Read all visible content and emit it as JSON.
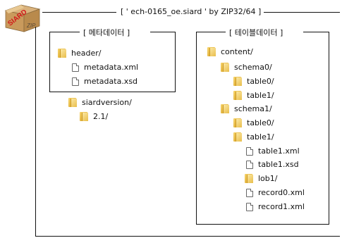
{
  "logo": {
    "siard": "SIARD",
    "zip": "ZIP",
    "brand_color": "#d11a1a"
  },
  "header": {
    "title": "[ ' ech-0165_oe.siard ' by ZIP32/64 ]"
  },
  "metadata_box": {
    "title": "[ 메타데이터 ]",
    "folder": "header/",
    "files": [
      "metadata.xml",
      "metadata.xsd"
    ]
  },
  "siardversion": {
    "folder": "siardversion/",
    "sub": "2.1/"
  },
  "table_box": {
    "title": "[ 테이블데이터 ]",
    "content": "content/",
    "schema0": "schema0/",
    "schema0_tables": [
      "table0/",
      "table1/"
    ],
    "schema1": "schema1/",
    "schema1_table0": "table0/",
    "schema1_table1": "table1/",
    "table1_files": [
      "table1.xml",
      "table1.xsd"
    ],
    "lob": "lob1/",
    "lob_files": [
      "record0.xml",
      "record1.xml"
    ]
  }
}
